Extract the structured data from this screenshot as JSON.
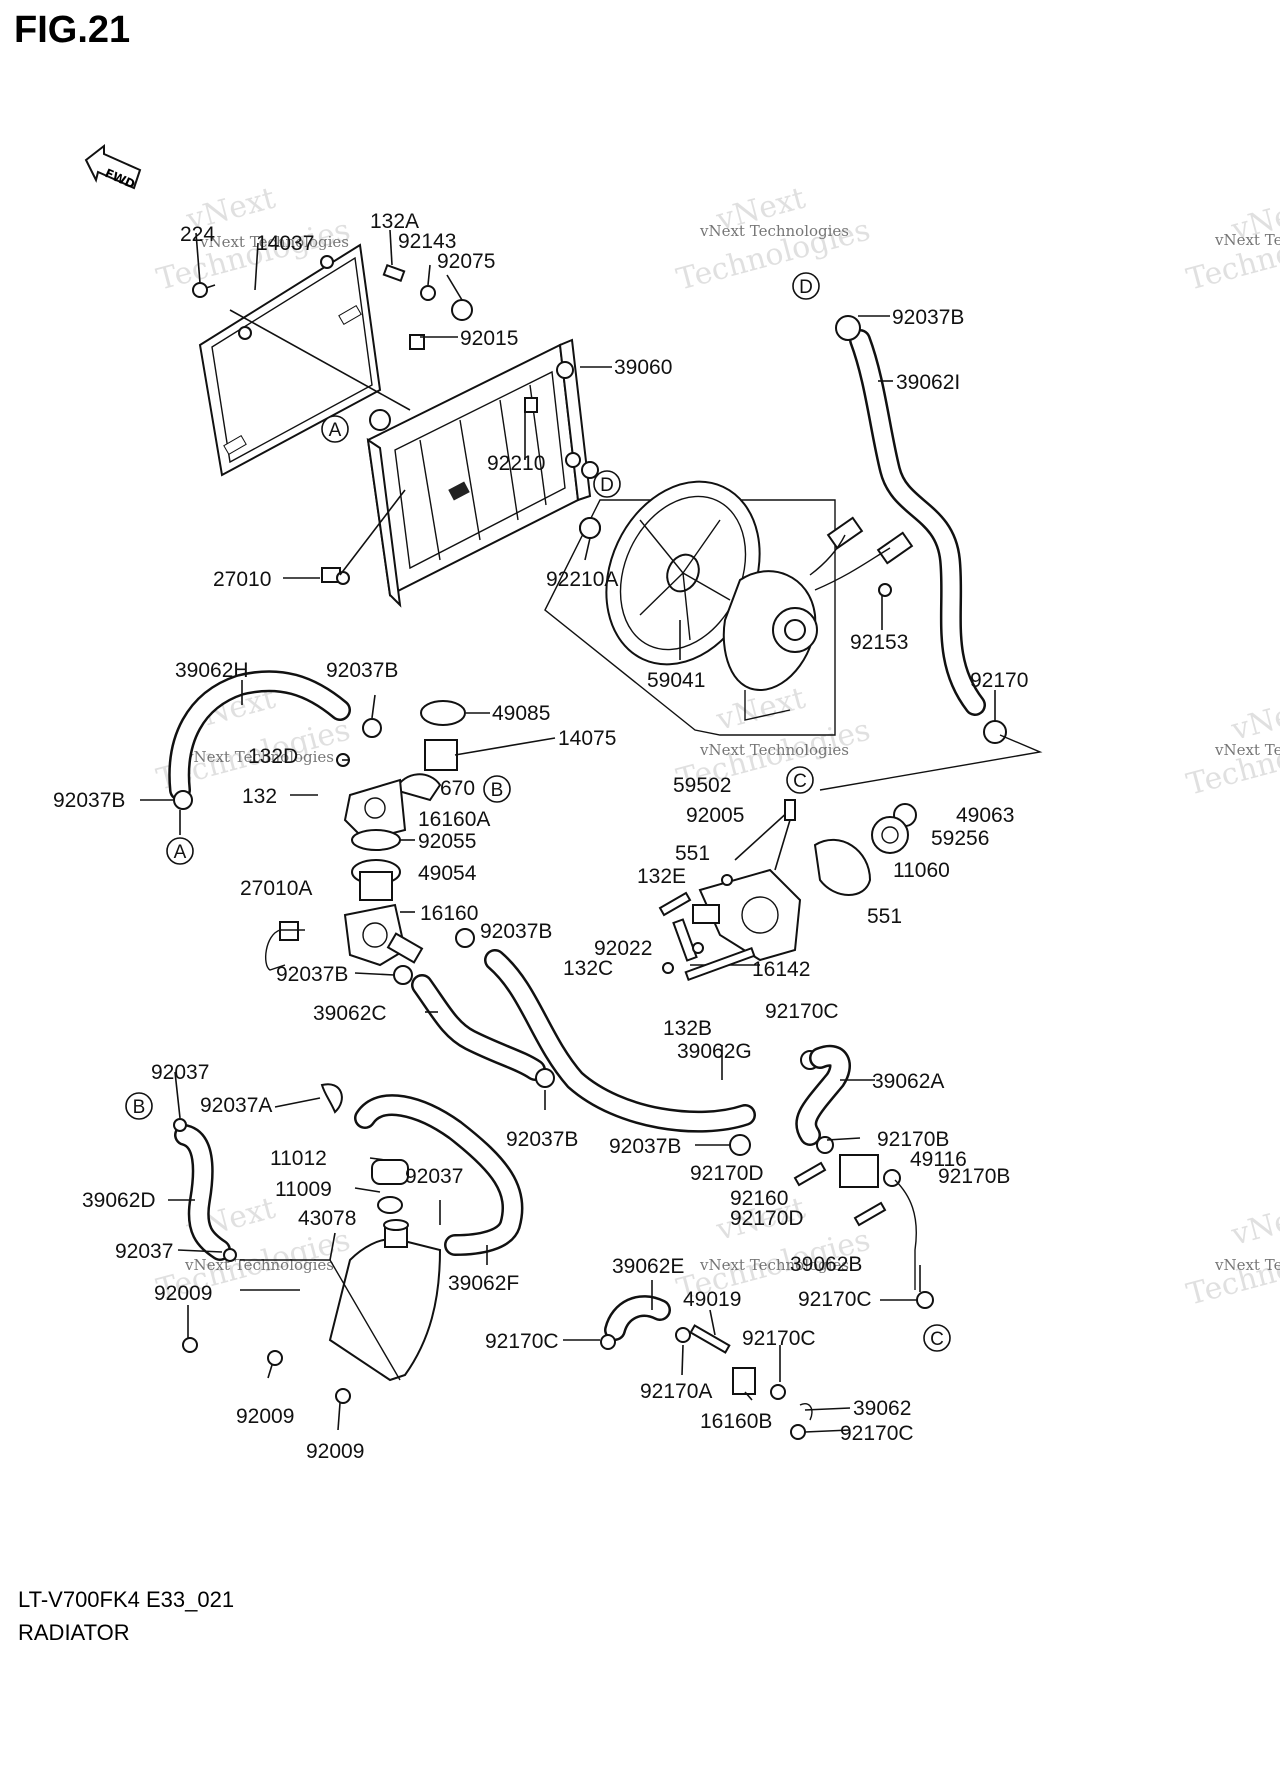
{
  "figure_title": "FIG.21",
  "model_code": "LT-V700FK4 E33_021",
  "section_name": "RADIATOR",
  "fwd_label": "FWD",
  "watermark_line1": "vNext",
  "watermark_line2": "Technologies",
  "watermark_small": "vNext Technologies",
  "callouts": {
    "A": "A",
    "B": "B",
    "C": "C",
    "D": "D"
  },
  "parts": [
    {
      "number": "224"
    },
    {
      "number": "14037"
    },
    {
      "number": "132A"
    },
    {
      "number": "92143"
    },
    {
      "number": "92075"
    },
    {
      "number": "92015"
    },
    {
      "number": "39060"
    },
    {
      "number": "92210"
    },
    {
      "number": "27010"
    },
    {
      "number": "92210A"
    },
    {
      "number": "59041"
    },
    {
      "number": "92153"
    },
    {
      "number": "92037B"
    },
    {
      "number": "39062I"
    },
    {
      "number": "92170"
    },
    {
      "number": "59502"
    },
    {
      "number": "39062H"
    },
    {
      "number": "92037B"
    },
    {
      "number": "49085"
    },
    {
      "number": "14075"
    },
    {
      "number": "132D"
    },
    {
      "number": "670"
    },
    {
      "number": "132"
    },
    {
      "number": "16160A"
    },
    {
      "number": "92037B"
    },
    {
      "number": "92055"
    },
    {
      "number": "49054"
    },
    {
      "number": "27010A"
    },
    {
      "number": "16160"
    },
    {
      "number": "92037B"
    },
    {
      "number": "92037B"
    },
    {
      "number": "39062C"
    },
    {
      "number": "92005"
    },
    {
      "number": "551"
    },
    {
      "number": "132E"
    },
    {
      "number": "49063"
    },
    {
      "number": "59256"
    },
    {
      "number": "11060"
    },
    {
      "number": "551"
    },
    {
      "number": "92022"
    },
    {
      "number": "132C"
    },
    {
      "number": "16142"
    },
    {
      "number": "132B"
    },
    {
      "number": "92170C"
    },
    {
      "number": "39062G"
    },
    {
      "number": "39062A"
    },
    {
      "number": "92037B"
    },
    {
      "number": "92037B"
    },
    {
      "number": "92170B"
    },
    {
      "number": "49116"
    },
    {
      "number": "92170B"
    },
    {
      "number": "92170D"
    },
    {
      "number": "92160"
    },
    {
      "number": "92170D"
    },
    {
      "number": "92037"
    },
    {
      "number": "92037A"
    },
    {
      "number": "11012"
    },
    {
      "number": "11009"
    },
    {
      "number": "92037"
    },
    {
      "number": "39062D"
    },
    {
      "number": "43078"
    },
    {
      "number": "92037"
    },
    {
      "number": "39062F"
    },
    {
      "number": "92009"
    },
    {
      "number": "92009"
    },
    {
      "number": "92009"
    },
    {
      "number": "39062E"
    },
    {
      "number": "49019"
    },
    {
      "number": "39062B"
    },
    {
      "number": "92170C"
    },
    {
      "number": "92170C"
    },
    {
      "number": "92170C"
    },
    {
      "number": "92170A"
    },
    {
      "number": "16160B"
    },
    {
      "number": "39062"
    },
    {
      "number": "92170C"
    }
  ]
}
